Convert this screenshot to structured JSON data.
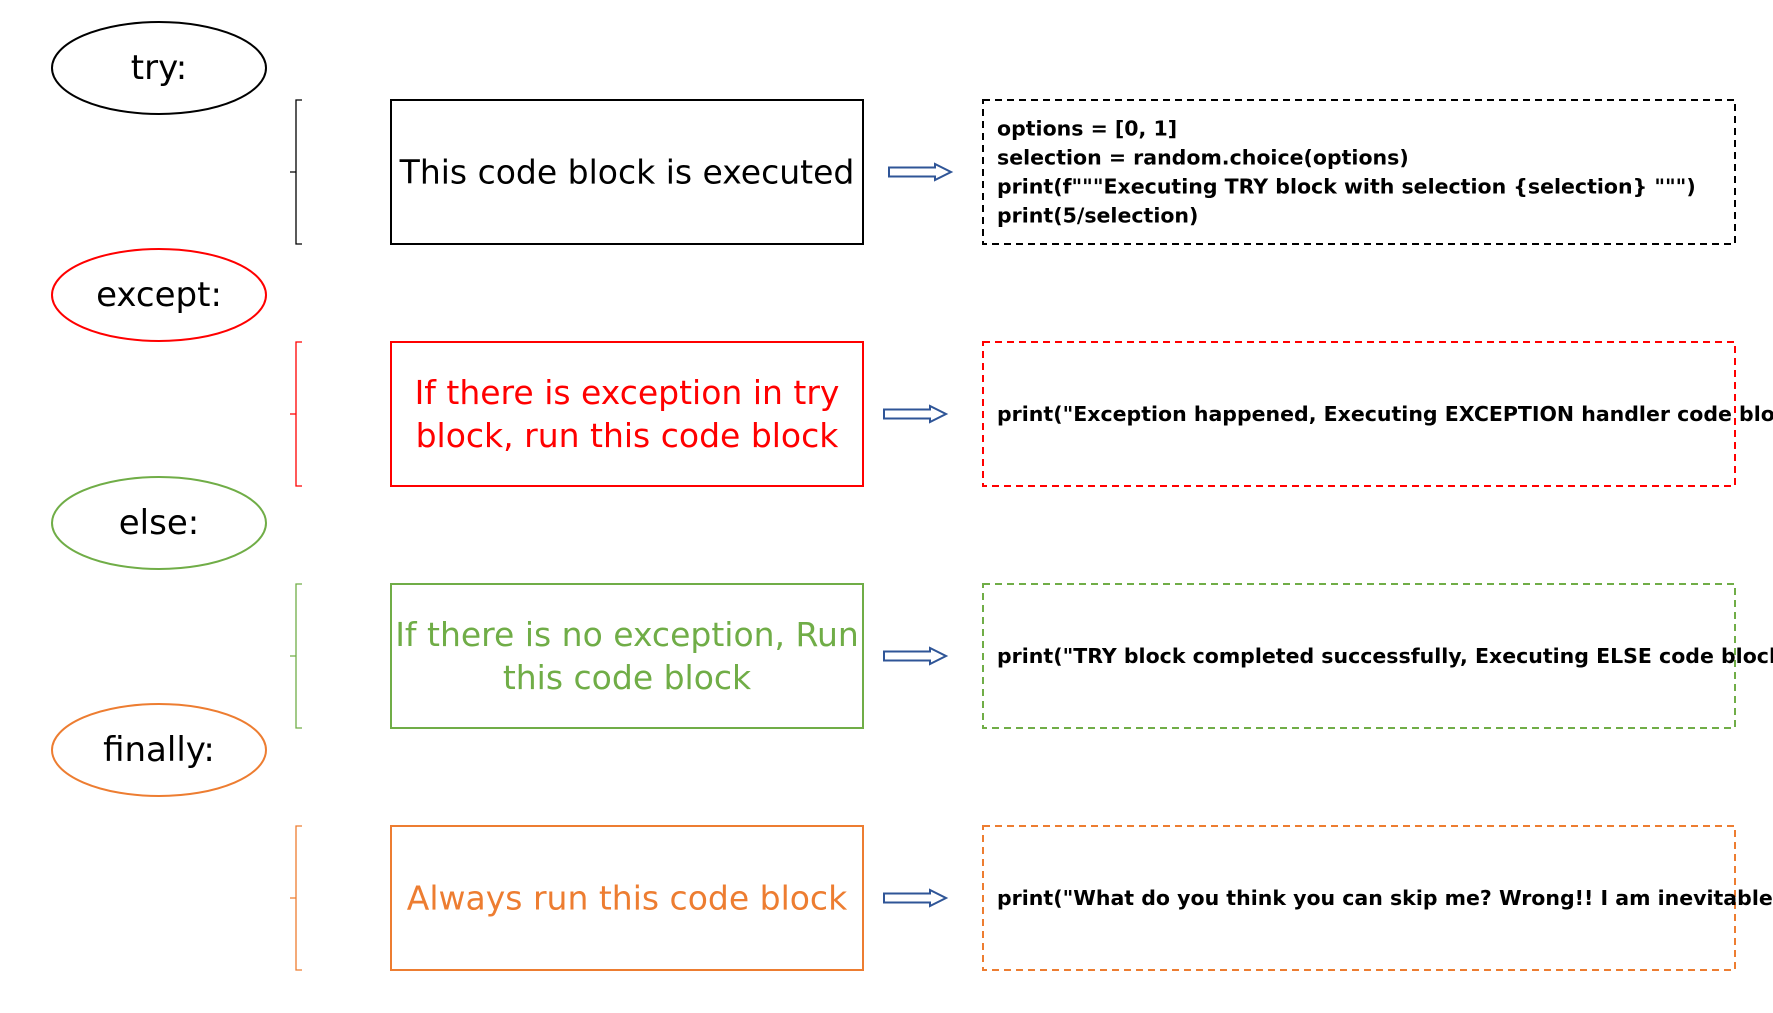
{
  "colors": {
    "try": "#000000",
    "except": "#ff0000",
    "else": "#70ad47",
    "finally": "#ed7d31",
    "arrow": "#2f5597"
  },
  "sections": [
    {
      "id": "try",
      "keyword": "try:",
      "description": [
        "This code block is executed"
      ],
      "code": [
        "options = [0, 1]",
        "selection = random.choice(options)",
        "print(f\"\"\"Executing TRY block with selection {selection} \"\"\")",
        "print(5/selection)"
      ]
    },
    {
      "id": "except",
      "keyword": "except:",
      "description": [
        "If there is exception in try",
        "block, run this code block"
      ],
      "code": [
        "print(\"Exception happened, Executing EXCEPTION handler code block\")"
      ]
    },
    {
      "id": "else",
      "keyword": "else:",
      "description": [
        "If there is no exception, Run",
        "this code block"
      ],
      "code": [
        "print(\"TRY block completed successfully, Executing ELSE code block\")"
      ]
    },
    {
      "id": "finally",
      "keyword": "finally:",
      "description": [
        "Always run this code block"
      ],
      "code": [
        "print(\"What do you think you can skip me? Wrong!! I am inevitable\")"
      ]
    }
  ]
}
